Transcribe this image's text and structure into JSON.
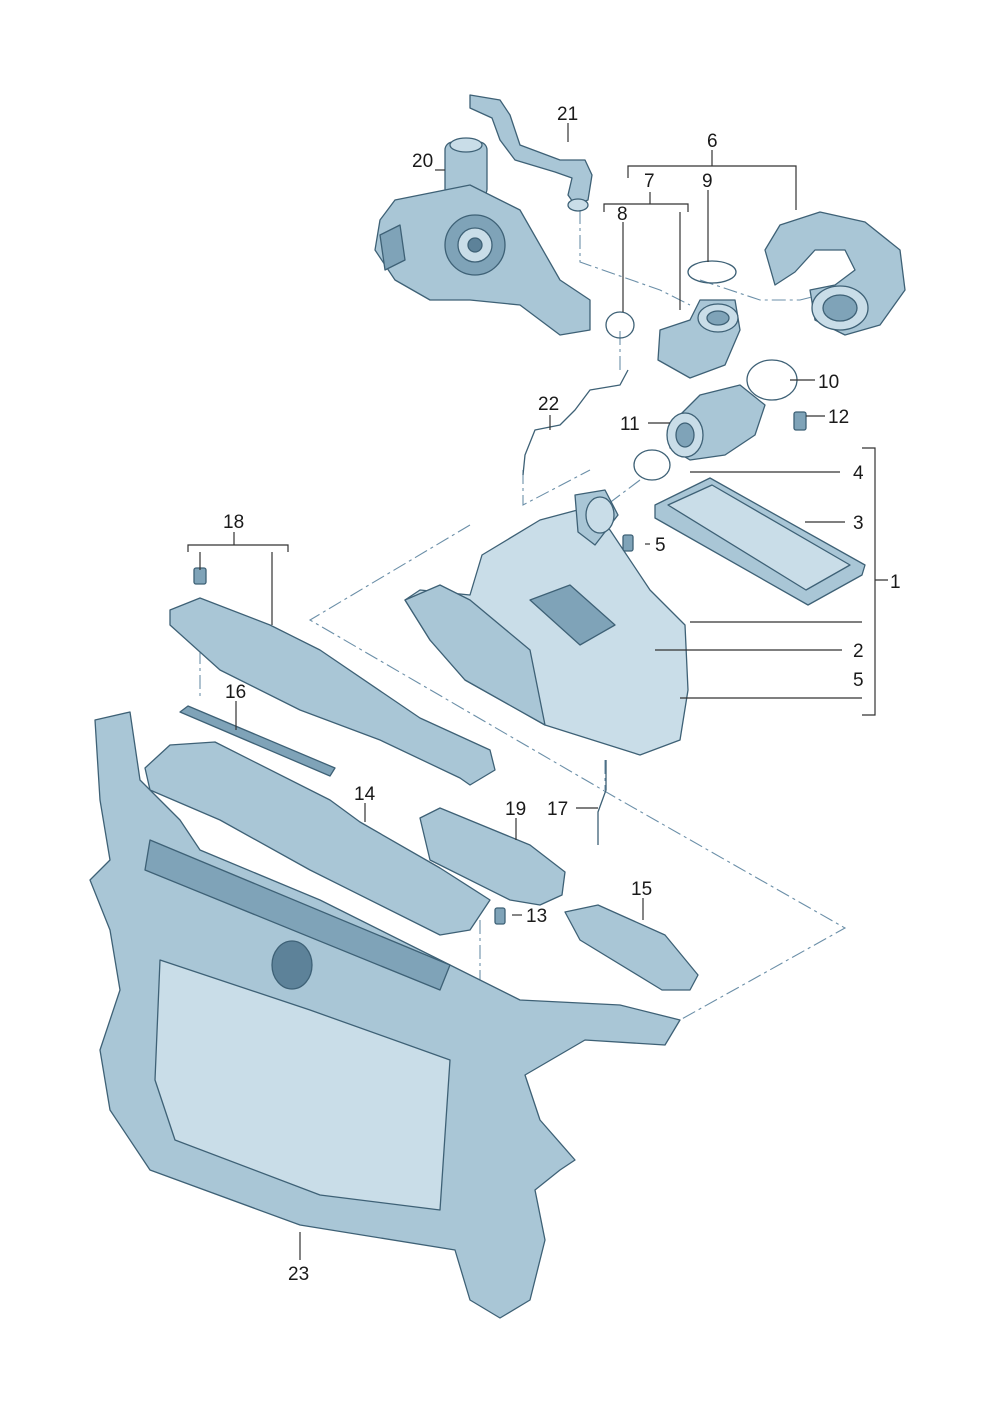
{
  "callouts": [
    {
      "id": "c1",
      "text": "1"
    },
    {
      "id": "c2",
      "text": "2"
    },
    {
      "id": "c3",
      "text": "3"
    },
    {
      "id": "c4",
      "text": "4"
    },
    {
      "id": "c5a",
      "text": "5"
    },
    {
      "id": "c5b",
      "text": "5"
    },
    {
      "id": "c6",
      "text": "6"
    },
    {
      "id": "c7",
      "text": "7"
    },
    {
      "id": "c8",
      "text": "8"
    },
    {
      "id": "c9",
      "text": "9"
    },
    {
      "id": "c10",
      "text": "10"
    },
    {
      "id": "c11",
      "text": "11"
    },
    {
      "id": "c12",
      "text": "12"
    },
    {
      "id": "c13",
      "text": "13"
    },
    {
      "id": "c14",
      "text": "14"
    },
    {
      "id": "c15",
      "text": "15"
    },
    {
      "id": "c16",
      "text": "16"
    },
    {
      "id": "c17",
      "text": "17"
    },
    {
      "id": "c18",
      "text": "18"
    },
    {
      "id": "c19",
      "text": "19"
    },
    {
      "id": "c20",
      "text": "20"
    },
    {
      "id": "c21",
      "text": "21"
    },
    {
      "id": "c22",
      "text": "22"
    },
    {
      "id": "c23",
      "text": "23"
    }
  ],
  "colors": {
    "part_light": "#c9dde8",
    "part_mid": "#a9c6d6",
    "part_dark": "#7fa3b8",
    "outline": "#3e6176",
    "leader": "#333333",
    "dash": "#6b8fa8"
  }
}
